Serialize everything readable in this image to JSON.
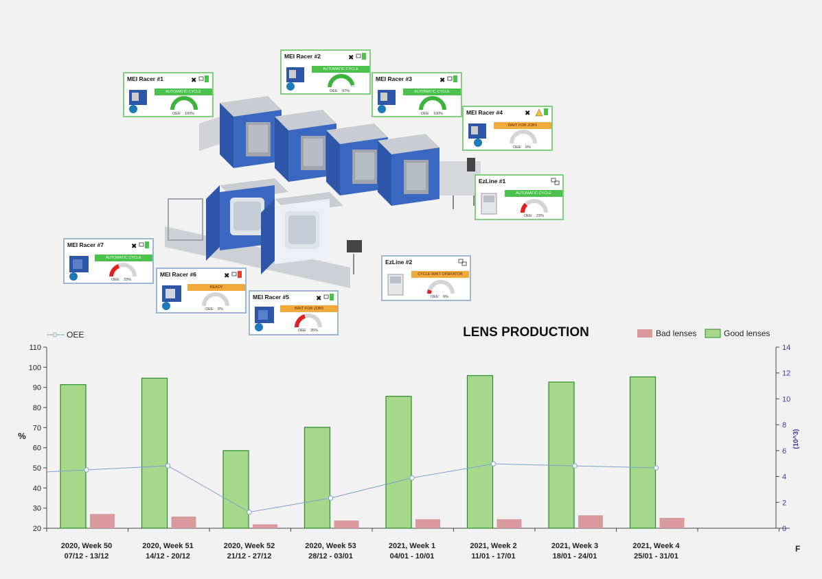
{
  "machines": [
    {
      "name": "MEI Racer #1",
      "status": "AUTOMATIC CYCLE",
      "status_color": "#4cc24c",
      "oee_label": "OEE",
      "oee": "100%",
      "gauge_fill": 1.0,
      "gauge_color": "#3cb43c"
    },
    {
      "name": "MEI Racer #2",
      "status": "AUTOMATIC CYCLE",
      "status_color": "#4cc24c",
      "oee_label": "OEE",
      "oee": "97%",
      "gauge_fill": 0.97,
      "gauge_color": "#3cb43c"
    },
    {
      "name": "MEI Racer #3",
      "status": "AUTOMATIC CYCLE",
      "status_color": "#4cc24c",
      "oee_label": "OEE",
      "oee": "100%",
      "gauge_fill": 1.0,
      "gauge_color": "#3cb43c"
    },
    {
      "name": "MEI Racer #4",
      "status": "WAIT FOR JOBS",
      "status_color": "#f2a93b",
      "oee_label": "OEE",
      "oee": "0%",
      "gauge_fill": 0.0,
      "gauge_color": "#cccccc"
    },
    {
      "name": "EzLine #1",
      "status": "AUTOMATIC CYCLE",
      "status_color": "#4cc24c",
      "oee_label": "OEE",
      "oee": "23%",
      "gauge_fill": 0.23,
      "gauge_color": "#e02020"
    },
    {
      "name": "EzLine #2",
      "status": "CYCLE-WAIT OPERATOR",
      "status_color": "#f2a93b",
      "oee_label": "OEE",
      "oee": "9%",
      "gauge_fill": 0.09,
      "gauge_color": "#e02020"
    },
    {
      "name": "MEI Racer #7",
      "status": "AUTOMATIC CYCLE",
      "status_color": "#4cc24c",
      "oee_label": "OEE",
      "oee": "33%",
      "gauge_fill": 0.33,
      "gauge_color": "#e02020"
    },
    {
      "name": "MEI Racer #6",
      "status": "READY",
      "status_color": "#f2a93b",
      "oee_label": "OEE",
      "oee": "0%",
      "gauge_fill": 0.0,
      "gauge_color": "#cccccc"
    },
    {
      "name": "MEI Racer #5",
      "status": "WAIT FOR JOBS",
      "status_color": "#f2a93b",
      "oee_label": "OEE",
      "oee": "35%",
      "gauge_fill": 0.35,
      "gauge_color": "#e02020"
    }
  ],
  "chart_data": {
    "type": "bar",
    "title": "LENS PRODUCTION",
    "categories": [
      "2020, Week 50",
      "2020, Week 51",
      "2020, Week 52",
      "2020, Week 53",
      "2021, Week 1",
      "2021, Week 2",
      "2021, Week 3",
      "2021, Week 4"
    ],
    "category_dates": [
      "07/12 - 13/12",
      "14/12 - 20/12",
      "21/12 - 27/12",
      "28/12 - 03/01",
      "04/01 - 10/01",
      "11/01 - 17/01",
      "18/01 - 24/01",
      "25/01 - 31/01"
    ],
    "series": [
      {
        "name": "Good lenses",
        "axis": "right",
        "color": "#a6d98c",
        "values": [
          11.1,
          11.6,
          6.0,
          7.8,
          10.2,
          11.8,
          11.3,
          11.7
        ]
      },
      {
        "name": "Bad lenses",
        "axis": "right",
        "color": "#d99a9e",
        "values": [
          1.1,
          0.9,
          0.3,
          0.6,
          0.7,
          0.7,
          1.0,
          0.8
        ]
      },
      {
        "name": "OEE",
        "axis": "left",
        "type": "line",
        "color": "#7aa0d0",
        "values": [
          49,
          51,
          28,
          35,
          45,
          52,
          51,
          50
        ],
        "extends_left_to": 48
      }
    ],
    "ylabel": "%",
    "ylim": [
      20,
      110
    ],
    "yticks": [
      20,
      30,
      40,
      50,
      60,
      70,
      80,
      90,
      100,
      110
    ],
    "y2label": "(10^3)",
    "y2lim": [
      0,
      14
    ],
    "y2ticks": [
      0,
      2,
      4,
      6,
      8,
      10,
      12,
      14
    ],
    "legend": "top",
    "x_cut_label": "F"
  }
}
